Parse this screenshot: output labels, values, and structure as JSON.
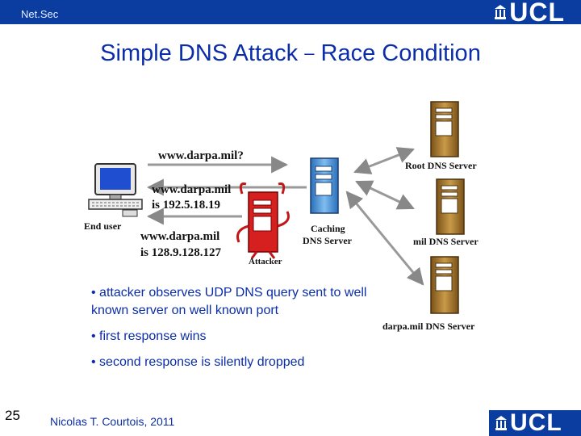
{
  "header": {
    "course_label": "Net.Sec",
    "logo_text": "UCL"
  },
  "slide": {
    "title_part1": "Simple DNS Attack",
    "title_dash": "–",
    "title_part2": "Race Condition",
    "number": "25",
    "footer": "Nicolas T. Courtois, 2011"
  },
  "diagram": {
    "query_label": "www.darpa.mil?",
    "answer_line1": "www.darpa.mil",
    "answer_line2": "is 192.5.18.19",
    "forged_line1": "www.darpa.mil",
    "forged_line2": "is 128.9.128.127",
    "end_user_label": "End user",
    "attacker_label": "Attacker",
    "caching_label_line1": "Caching",
    "caching_label_line2": "DNS Server",
    "root_label": "Root DNS Server",
    "mil_label": "mil DNS Server",
    "darpa_label": "darpa.mil DNS Server"
  },
  "bullets": [
    "• attacker observes UDP DNS query sent to well known server on well known port",
    "• first response wins",
    "• second response is silently dropped"
  ],
  "colors": {
    "brand_blue": "#0b3ca0",
    "text_blue": "#0b2ea8",
    "attacker_red": "#d62020",
    "server_brown": "#a8782a"
  }
}
